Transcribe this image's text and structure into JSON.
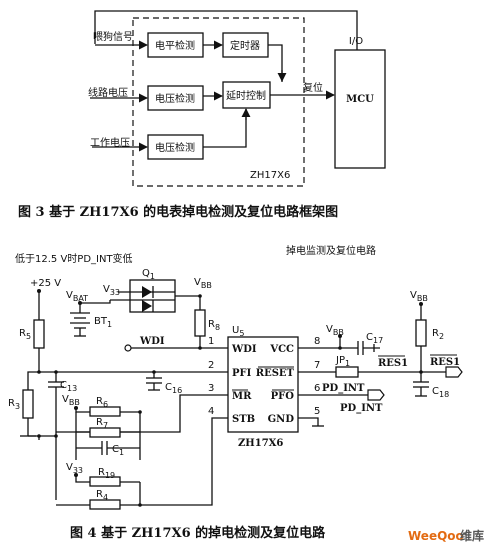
{
  "fig3": {
    "inputs": {
      "feed": "喂狗信号",
      "line_v": "线路电压",
      "work_v": "工作电压"
    },
    "blocks": {
      "level": "电平检测",
      "timer": "定时器",
      "volt1": "电压检测",
      "delay": "延时控制",
      "volt2": "电压检测"
    },
    "chip": "ZH17X6",
    "mcu": "MCU",
    "io": "I/O",
    "reset": "复位",
    "caption": "图 3   基于 ZH17X6 的电表掉电检测及复位电路框架图"
  },
  "fig4": {
    "note": "低于12.5 V时PD_INT变低",
    "title_right": "掉电监测及复位电路",
    "supply": "+25 V",
    "vbat": "V",
    "vbat_sub": "BAT",
    "v33": "V",
    "v33_sub": "33",
    "vbb": "V",
    "vbb_sub": "BB",
    "bt": "BT",
    "bt_sub": "1",
    "q1": "Q",
    "q1_sub": "1",
    "r8": "R",
    "r8_sub": "8",
    "r5": "R",
    "r5_sub": "5",
    "r3": "R",
    "r3_sub": "3",
    "r6": "R",
    "r6_sub": "6",
    "r7": "R",
    "r7_sub": "7",
    "r19": "R",
    "r19_sub": "19",
    "r4": "R",
    "r4_sub": "4",
    "r2": "R",
    "r2_sub": "2",
    "c13": "C",
    "c13_sub": "13",
    "c16": "C",
    "c16_sub": "16",
    "c1": "C",
    "c1_sub": "1",
    "c17": "C",
    "c17_sub": "17",
    "c18": "C",
    "c18_sub": "18",
    "u5": "U",
    "u5_sub": "5",
    "wdi_net": "WDI",
    "pins_left": [
      "WDI",
      "PFI",
      "MR",
      "STB"
    ],
    "pins_right": [
      "VCC",
      "RESET",
      "PFO",
      "GND"
    ],
    "pin_nums": [
      "1",
      "2",
      "3",
      "4",
      "8",
      "7",
      "6",
      "5"
    ],
    "jp": "JP",
    "jp_sub": "1",
    "res1": "RES1",
    "res1_b": "RES1",
    "pd_int": "PD_INT",
    "pd_int2": "PD_INT",
    "chip": "ZH17X6",
    "caption": "图 4   基于 ZH17X6 的掉电检测及复位电路"
  },
  "watermark": {
    "a": "WeeQoo",
    "b": "维库"
  }
}
